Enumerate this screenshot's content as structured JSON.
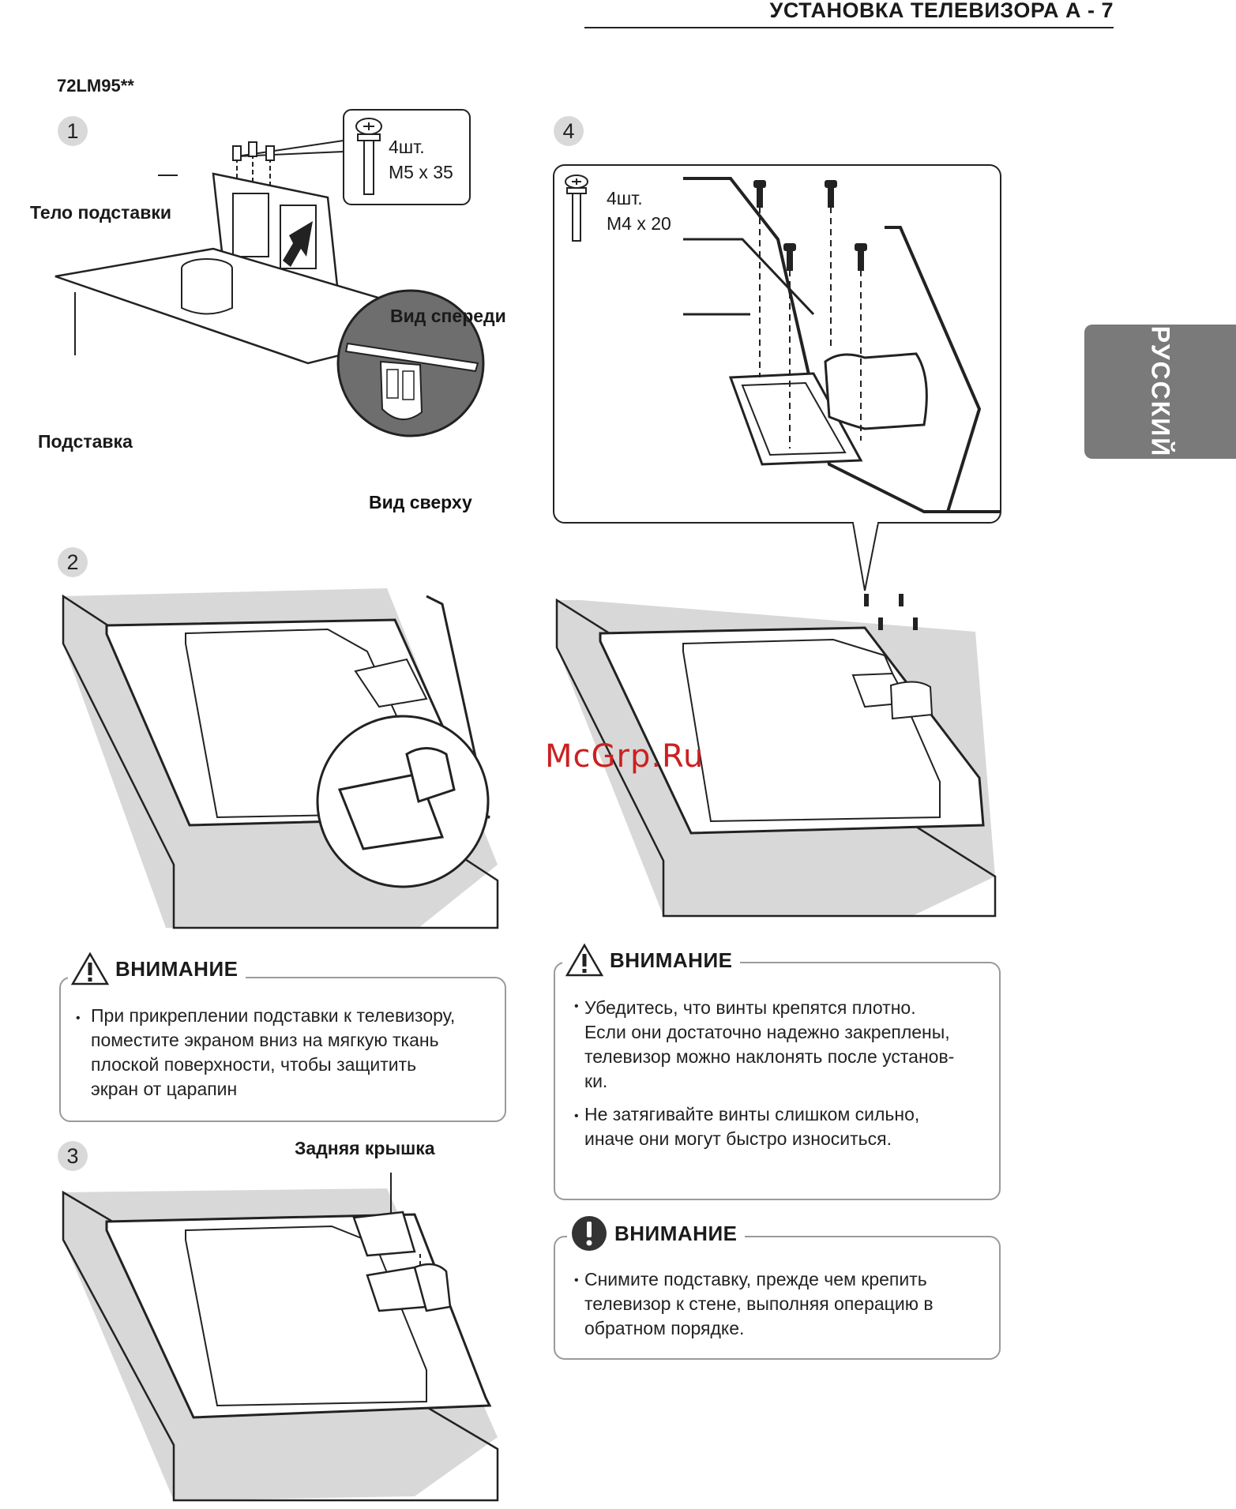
{
  "header": {
    "title": "УСТАНОВКА ТЕЛЕВИЗОРА  А - 7"
  },
  "model": "72LM95**",
  "language_tab": "РУССКИЙ",
  "steps": {
    "s1": {
      "number": "1",
      "screw_qty": "4шт.",
      "screw_size": "M5 x 35",
      "label_body": "Тело подставки",
      "label_front": "Вид спереди",
      "label_base": "Подставка",
      "label_top": "Вид сверху"
    },
    "s2": {
      "number": "2"
    },
    "s3": {
      "number": "3",
      "label_cover": "Задняя крышка"
    },
    "s4": {
      "number": "4",
      "screw_qty": "4шт.",
      "screw_size": "M4 x 20"
    }
  },
  "notices": {
    "left": {
      "title": "ВНИМАНИЕ",
      "items": [
        "При прикреплении подставки к телевизору,\nпоместите экраном вниз на мягкую ткань\n плоской поверхности, чтобы защитить\nэкран от царапин"
      ]
    },
    "right1": {
      "title": "ВНИМАНИЕ",
      "items": [
        "Убедитесь, что винты крепятся плотно.\nЕсли они достаточно надежно закреплены,\nтелевизор можно наклонять после установ-\nки.",
        "Не затягивайте винты слишком сильно,\nиначе они могут быстро износиться."
      ]
    },
    "right2": {
      "title": "ВНИМАНИЕ",
      "items": [
        "Снимите подставку, прежде чем крепить\nтелевизор к стене, выполняя операцию в\nобратном порядке."
      ]
    }
  },
  "watermark": "McGrp.Ru"
}
